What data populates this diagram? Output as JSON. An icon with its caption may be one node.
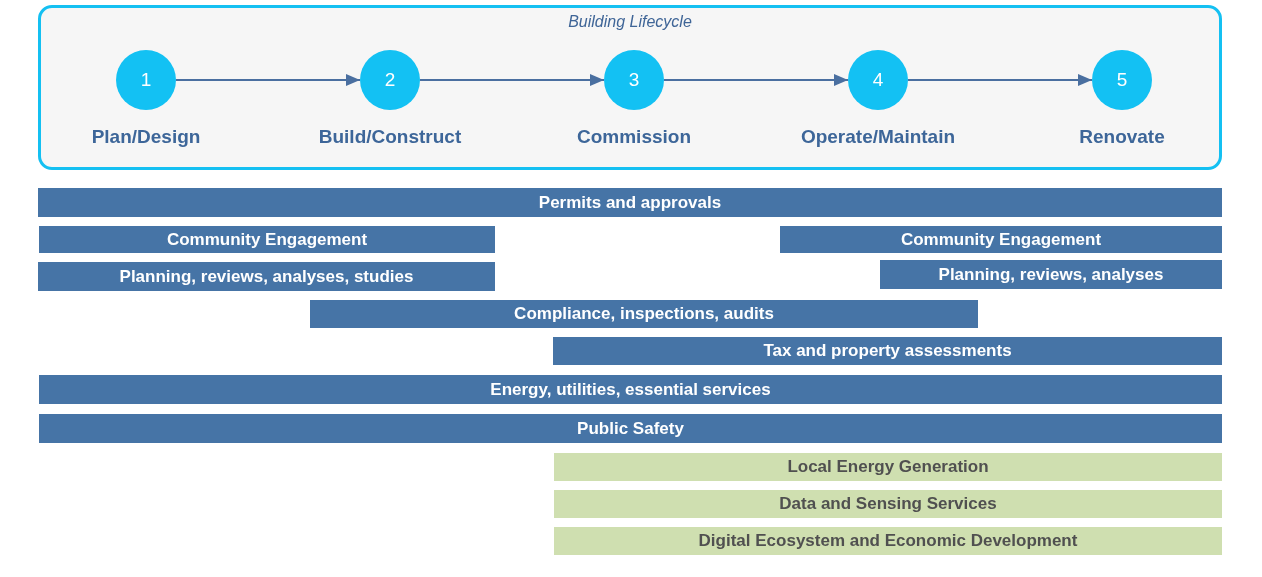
{
  "diagram": {
    "nodes": [
      {
        "text": [
          "Building Lifecycle"
        ]
      },
      {
        "text": [
          "1"
        ],
        "in": 0,
        "beside": [
          "Plan/Design"
        ]
      },
      {
        "text": [
          "2"
        ],
        "in": 0,
        "beside": [
          "Build/Construct"
        ]
      },
      {
        "text": [
          "3"
        ],
        "in": 0,
        "beside": [
          "Commission"
        ]
      },
      {
        "text": [
          "4"
        ],
        "in": 0,
        "beside": [
          "Operate/Maintain"
        ]
      },
      {
        "text": [
          "5"
        ],
        "in": 0,
        "beside": [
          "Renovate"
        ]
      },
      {
        "text": [
          "Permits and approvals"
        ]
      },
      {
        "text": [
          "Community Engagement"
        ]
      },
      {
        "text": [
          "Community Engagement"
        ]
      },
      {
        "text": [
          "Planning, reviews, analyses, studies"
        ]
      },
      {
        "text": [
          "Planning, reviews, analyses"
        ]
      },
      {
        "text": [
          "Compliance, inspections, audits"
        ]
      },
      {
        "text": [
          "Tax and property assessments"
        ]
      },
      {
        "text": [
          "Energy, utilities, essential services"
        ]
      },
      {
        "text": [
          "Public Safety"
        ]
      },
      {
        "text": [
          "Local Energy Generation"
        ]
      },
      {
        "text": [
          "Data and Sensing Services"
        ]
      },
      {
        "text": [
          "Digital Ecosystem and Economic Development"
        ]
      }
    ],
    "edges": [
      {
        "from": 1,
        "to": 2,
        "arrow": "to"
      },
      {
        "from": 2,
        "to": 3,
        "arrow": "to"
      },
      {
        "from": 3,
        "to": 4,
        "arrow": "to"
      },
      {
        "from": 4,
        "to": 5,
        "arrow": "to"
      }
    ]
  }
}
